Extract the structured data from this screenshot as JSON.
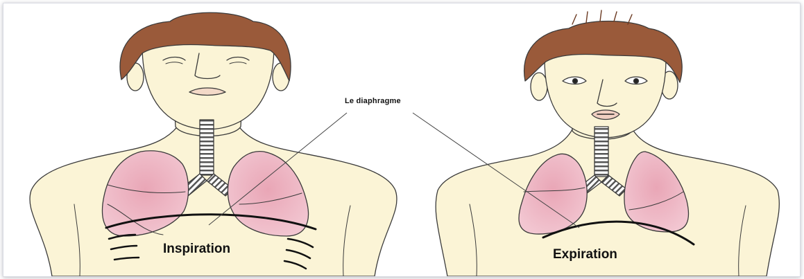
{
  "labels": {
    "diaphragm": "Le diaphragme",
    "left_caption": "Inspiration",
    "right_caption": "Expiration"
  },
  "colors": {
    "skin": "#fbf4d6",
    "hair": "#9a5a3a",
    "lung": "#e7a8b7",
    "outline": "#3a3a3a"
  }
}
